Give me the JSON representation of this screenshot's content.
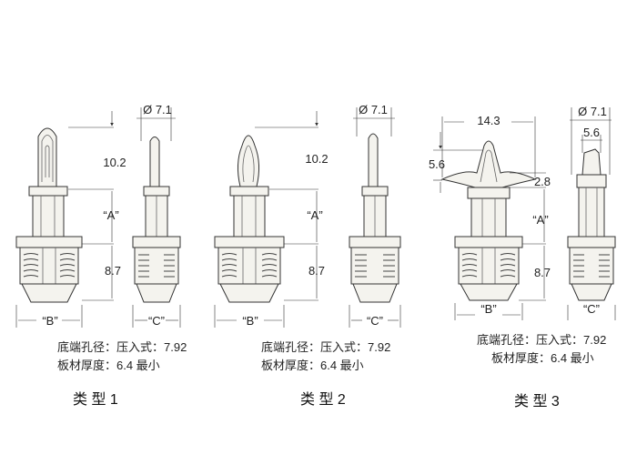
{
  "types": [
    {
      "title": "类 型 1",
      "dims": {
        "height_top": "10.2",
        "height_a": "“A”",
        "height_bottom": "8.7",
        "width_b": "“B”",
        "width_c": "“C”",
        "diameter": "Ø 7.1"
      },
      "notes": [
        "底端孔径：压入式：7.92",
        "板材厚度：6.4 最小"
      ]
    },
    {
      "title": "类 型 2",
      "dims": {
        "height_top": "10.2",
        "height_a": "“A”",
        "height_bottom": "8.7",
        "width_b": "“B”",
        "width_c": "“C”",
        "diameter": "Ø 7.1"
      },
      "notes": [
        "底端孔径：压入式：7.92",
        "板材厚度：6.4 最小"
      ]
    },
    {
      "title": "类 型 3",
      "dims": {
        "width_top": "14.3",
        "height_left": "5.6",
        "height_right": "2.8",
        "height_a": "“A”",
        "height_bottom": "8.7",
        "width_b": "“B”",
        "width_c": "“C”",
        "diameter": "Ø 7.1",
        "width_head": "5.6"
      },
      "notes": [
        "底端孔径：压入式：7.92",
        "板材厚度：6.4 最小"
      ]
    }
  ]
}
